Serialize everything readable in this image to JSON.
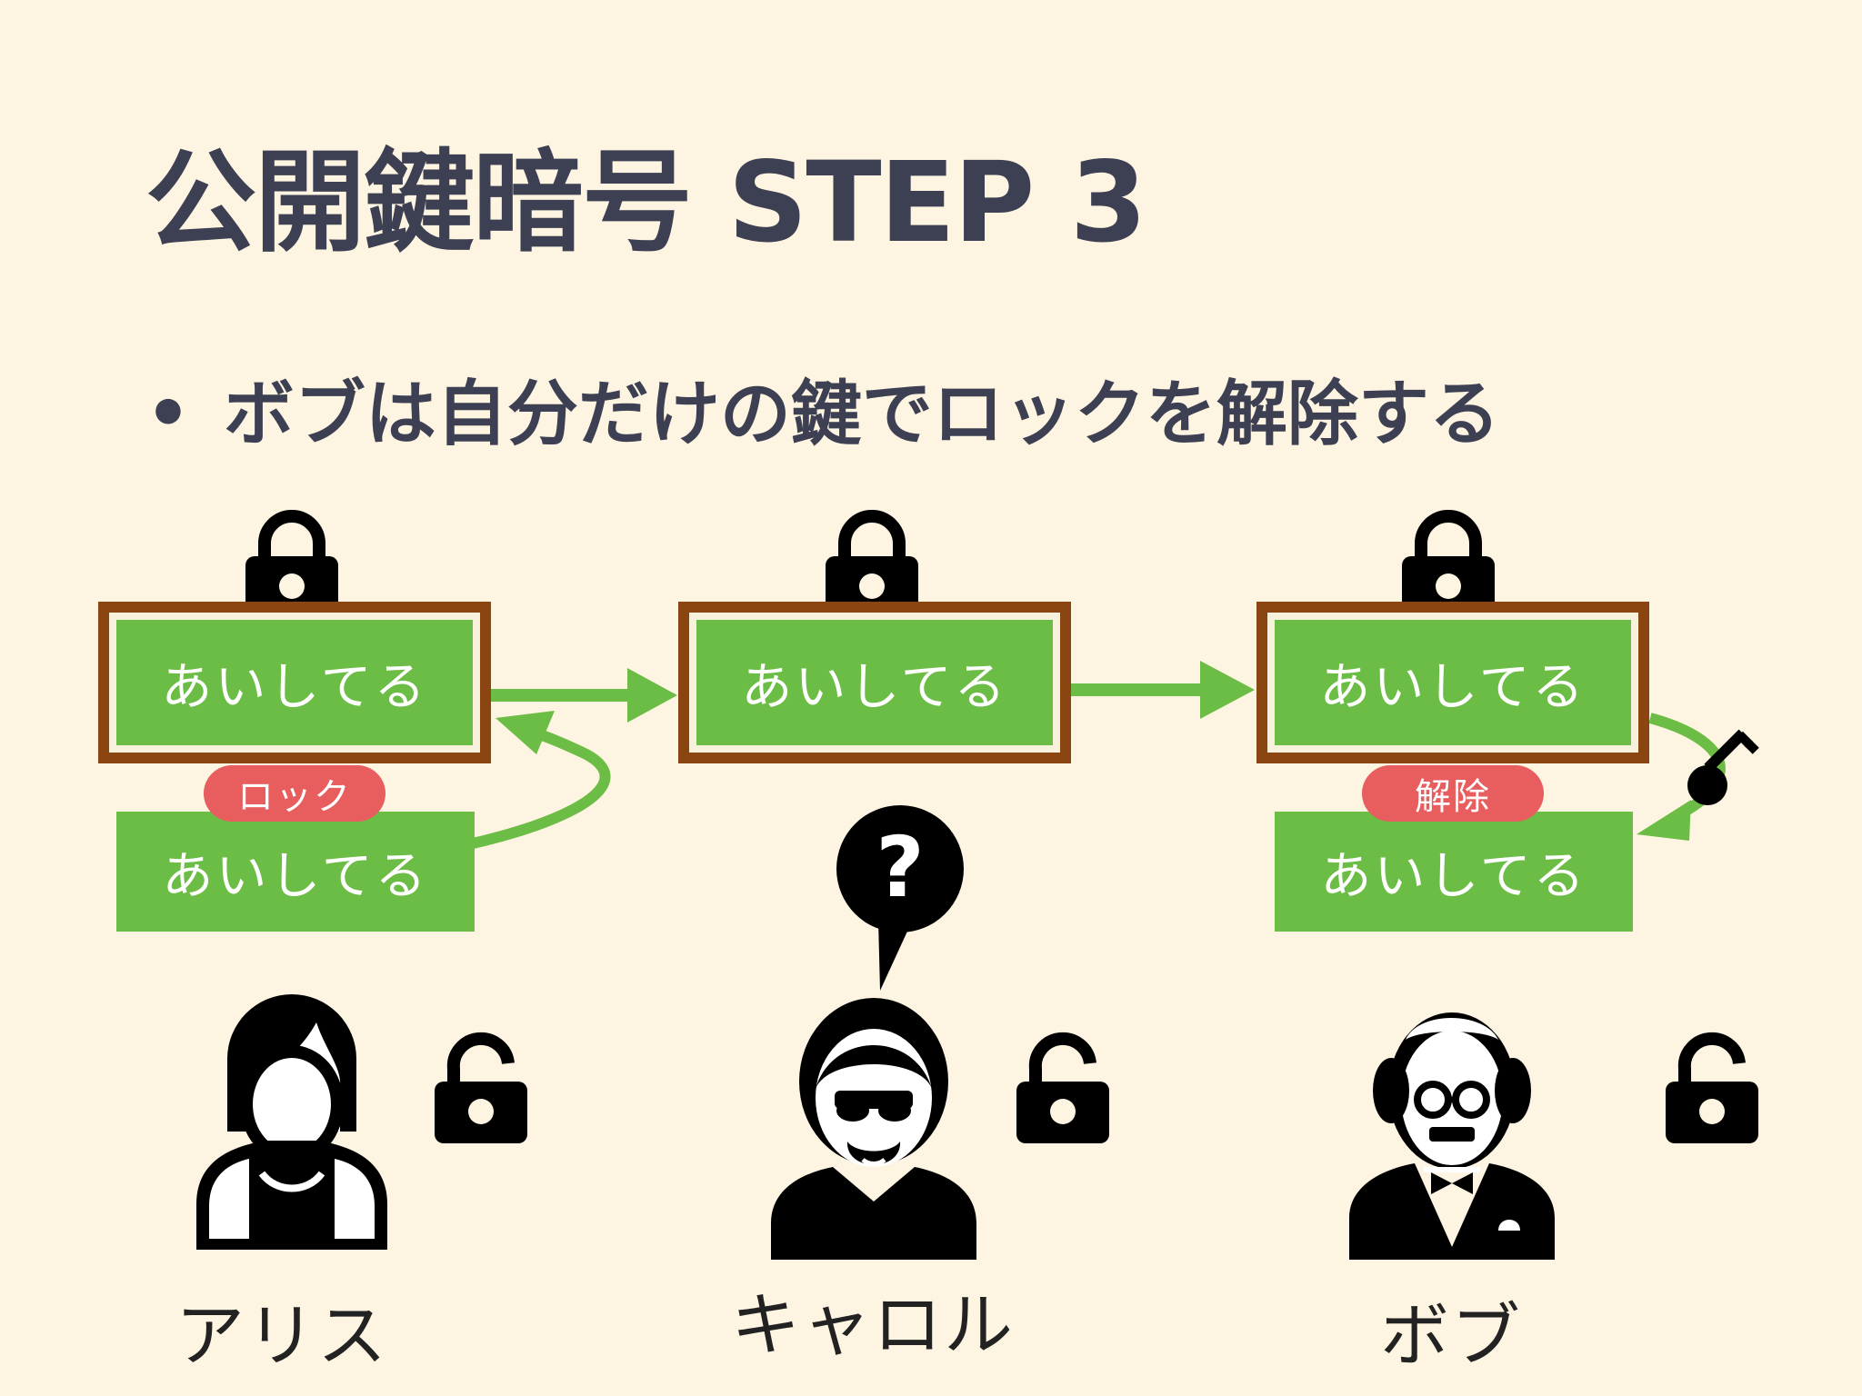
{
  "title": "公開鍵暗号 STEP 3",
  "bullet": {
    "marker": "•",
    "text": "ボブは自分だけの鍵でロックを解除する"
  },
  "boxes": [
    {
      "text": "あいしてる"
    },
    {
      "text": "あいしてる"
    },
    {
      "text": "あいしてる"
    }
  ],
  "plain_messages": [
    {
      "text": "あいしてる"
    },
    {
      "text": "あいしてる"
    }
  ],
  "tags": {
    "lock": "ロック",
    "unlock": "解除"
  },
  "question_mark": "?",
  "people": [
    {
      "name": "アリス"
    },
    {
      "name": "キャロル"
    },
    {
      "name": "ボブ"
    }
  ],
  "colors": {
    "background": "#fdf4e1",
    "message_green": "#6cbd45",
    "box_brown": "#8a4511",
    "tag_red": "#e85d5d",
    "title_text": "#3d3f52"
  }
}
